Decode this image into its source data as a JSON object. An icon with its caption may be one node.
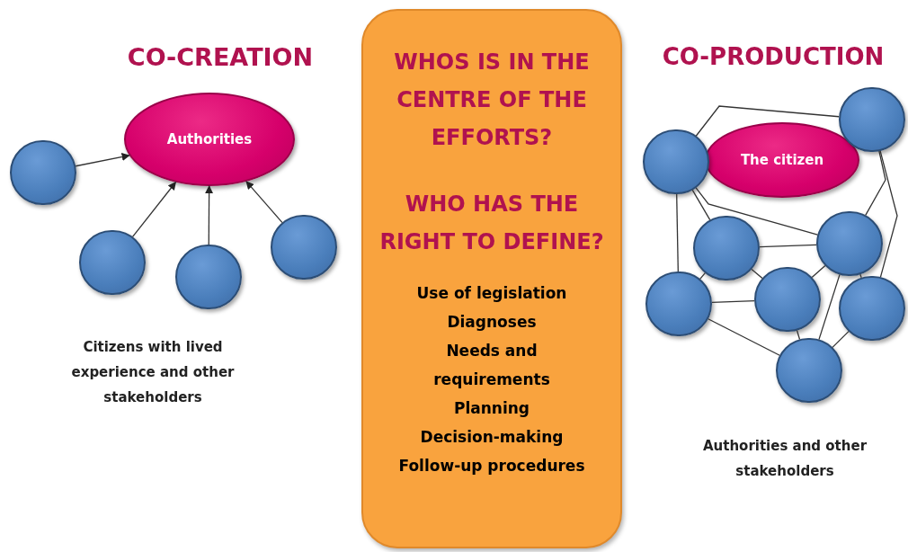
{
  "diagram": {
    "nodes": [
      {
        "text": [
          "Authorities"
        ]
      },
      {
        "text": [],
        "shape": "circle"
      },
      {
        "text": [],
        "shape": "circle"
      },
      {
        "text": [],
        "shape": "circle"
      },
      {
        "text": [],
        "shape": "circle"
      },
      {
        "text": [
          "WHOS IS IN THE CENTRE OF THE EFFORTS?",
          "WHO HAS THE RIGHT TO DEFINE?",
          "Use of legislation",
          "Diagnoses",
          "Needs and requirements",
          "Planning",
          "Decision-making",
          "Follow-up procedures"
        ]
      },
      {
        "text": [
          "The citizen"
        ]
      },
      {
        "text": [],
        "shape": "circle"
      },
      {
        "text": [],
        "shape": "circle"
      },
      {
        "text": [],
        "shape": "circle"
      },
      {
        "text": [],
        "shape": "circle"
      },
      {
        "text": [],
        "shape": "circle"
      },
      {
        "text": [],
        "shape": "circle"
      },
      {
        "text": [],
        "shape": "circle"
      },
      {
        "text": [],
        "shape": "circle"
      }
    ],
    "edges": [
      {
        "from": 1,
        "to": 0,
        "arrow": "to"
      },
      {
        "from": 2,
        "to": 0,
        "arrow": "to"
      },
      {
        "from": 3,
        "to": 0,
        "arrow": "to"
      },
      {
        "from": 4,
        "to": 0,
        "arrow": "to"
      },
      {
        "from": 7,
        "to": 8,
        "arrow": "none"
      },
      {
        "from": 7,
        "to": 10,
        "arrow": "none"
      },
      {
        "from": 7,
        "to": 9,
        "arrow": "none"
      },
      {
        "from": 7,
        "to": 11,
        "arrow": "none"
      },
      {
        "from": 8,
        "to": 10,
        "arrow": "none"
      },
      {
        "from": 8,
        "to": 13,
        "arrow": "none"
      },
      {
        "from": 9,
        "to": 11,
        "arrow": "none"
      },
      {
        "from": 9,
        "to": 10,
        "arrow": "none"
      },
      {
        "from": 9,
        "to": 12,
        "arrow": "none"
      },
      {
        "from": 10,
        "to": 12,
        "arrow": "none"
      },
      {
        "from": 10,
        "to": 13,
        "arrow": "none"
      },
      {
        "from": 10,
        "to": 14,
        "arrow": "none"
      },
      {
        "from": 11,
        "to": 12,
        "arrow": "none"
      },
      {
        "from": 11,
        "to": 14,
        "arrow": "none"
      },
      {
        "from": 12,
        "to": 14,
        "arrow": "none"
      },
      {
        "from": 13,
        "to": 14,
        "arrow": "none"
      }
    ],
    "labels": [
      "CO-CREATION",
      "CO-PRODUCTION",
      "Citizens with lived experience and other stakeholders",
      "Authorities and other stakeholders"
    ]
  }
}
